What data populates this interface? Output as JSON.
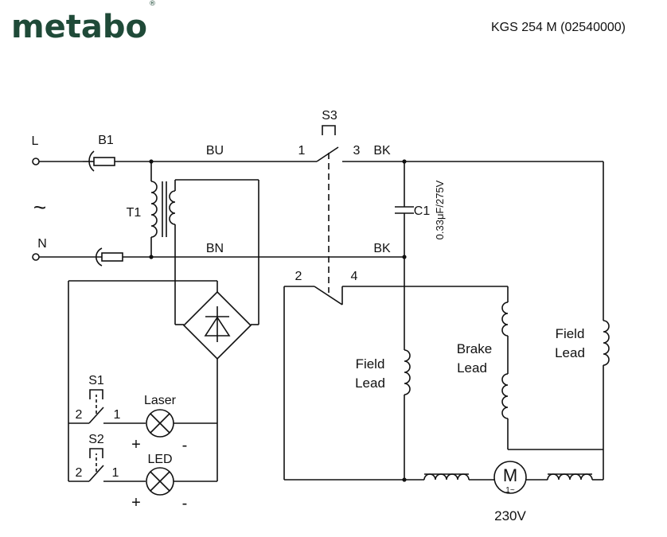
{
  "header": {
    "brand": "metabo",
    "registered_mark": "®",
    "model": "KGS 254 M (02540000)"
  },
  "labels": {
    "L": "L",
    "ac": "~",
    "N": "N",
    "B1": "B1",
    "T1": "T1",
    "BU": "BU",
    "BN": "BN",
    "S3": "S3",
    "s3_1": "1",
    "s3_3": "3",
    "s3_2": "2",
    "s3_4": "4",
    "BK_top": "BK",
    "BK_mid": "BK",
    "C1": "C1",
    "cap_value": "0.33μF/275V",
    "field_lead_left_1": "Field",
    "field_lead_left_2": "Lead",
    "brake_lead_1": "Brake",
    "brake_lead_2": "Lead",
    "field_lead_right_1": "Field",
    "field_lead_right_2": "Lead",
    "motor": "M",
    "motor_phase": "1~",
    "voltage": "230V",
    "S1": "S1",
    "s1_2": "2",
    "s1_1": "1",
    "laser": "Laser",
    "laser_plus": "+",
    "laser_minus": "-",
    "S2": "S2",
    "s2_2": "2",
    "s2_1": "1",
    "led": "LED",
    "led_plus": "+",
    "led_minus": "-"
  }
}
